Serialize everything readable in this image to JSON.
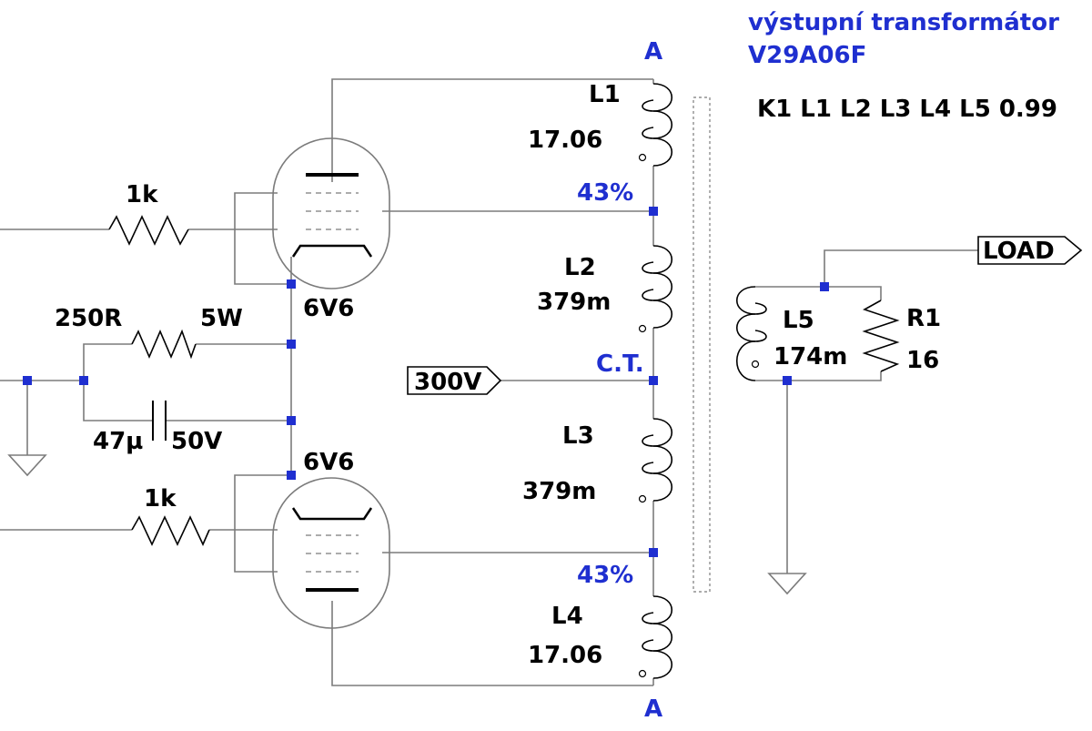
{
  "title": {
    "line1": "výstupní transformátor",
    "line2": "V29A06F"
  },
  "coupling_statement": "K1 L1 L2 L3 L4 L5 0.99",
  "tubes": {
    "upper": "6V6",
    "lower": "6V6"
  },
  "grid_resistors": {
    "upper": "1k",
    "lower": "1k"
  },
  "cathode_resistor": {
    "value": "250R",
    "power": "5W"
  },
  "cathode_capacitor": {
    "value": "47µ",
    "voltage": "50V"
  },
  "inductors": {
    "L1": {
      "name": "L1",
      "value": "17.06"
    },
    "L2": {
      "name": "L2",
      "value": "379m"
    },
    "L3": {
      "name": "L3",
      "value": "379m"
    },
    "L4": {
      "name": "L4",
      "value": "17.06"
    },
    "L5": {
      "name": "L5",
      "value": "174m"
    }
  },
  "taps": {
    "upper": "43%",
    "lower": "43%",
    "center": "C.T."
  },
  "anode_labels": {
    "top": "A",
    "bottom": "A"
  },
  "supply_port": "300V",
  "load_port": "LOAD",
  "load_resistor": {
    "name": "R1",
    "value": "16"
  },
  "colors": {
    "wire": "#7b7b7b",
    "component": "#000000",
    "label_blue": "#1f2fd0",
    "junction": "#1f2fd0"
  }
}
